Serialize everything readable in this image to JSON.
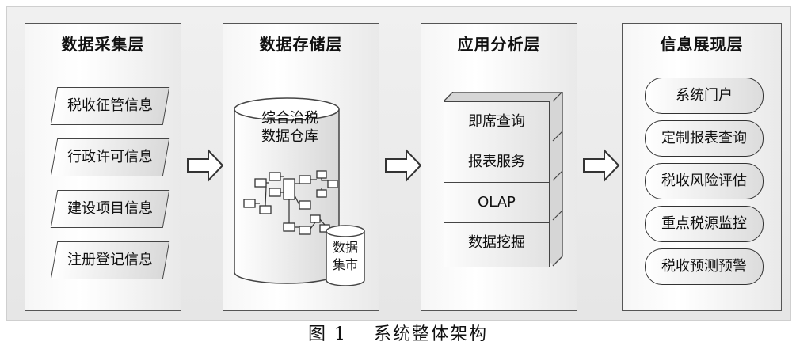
{
  "layers": [
    {
      "title": "数据采集层",
      "items": [
        "税收征管信息",
        "行政许可信息",
        "建设项目信息",
        "注册登记信息"
      ]
    },
    {
      "title": "数据存储层",
      "warehouse": [
        "综合治税",
        "数据仓库"
      ],
      "mart": [
        "数据",
        "集市"
      ]
    },
    {
      "title": "应用分析层",
      "items": [
        "即席查询",
        "报表服务",
        "OLAP",
        "数据挖掘"
      ]
    },
    {
      "title": "信息展现层",
      "items": [
        "系统门户",
        "定制报表查询",
        "税收风险评估",
        "重点税源监控",
        "税收预测预警"
      ]
    }
  ],
  "caption": {
    "number": "图 1",
    "text": "系统整体架构"
  }
}
